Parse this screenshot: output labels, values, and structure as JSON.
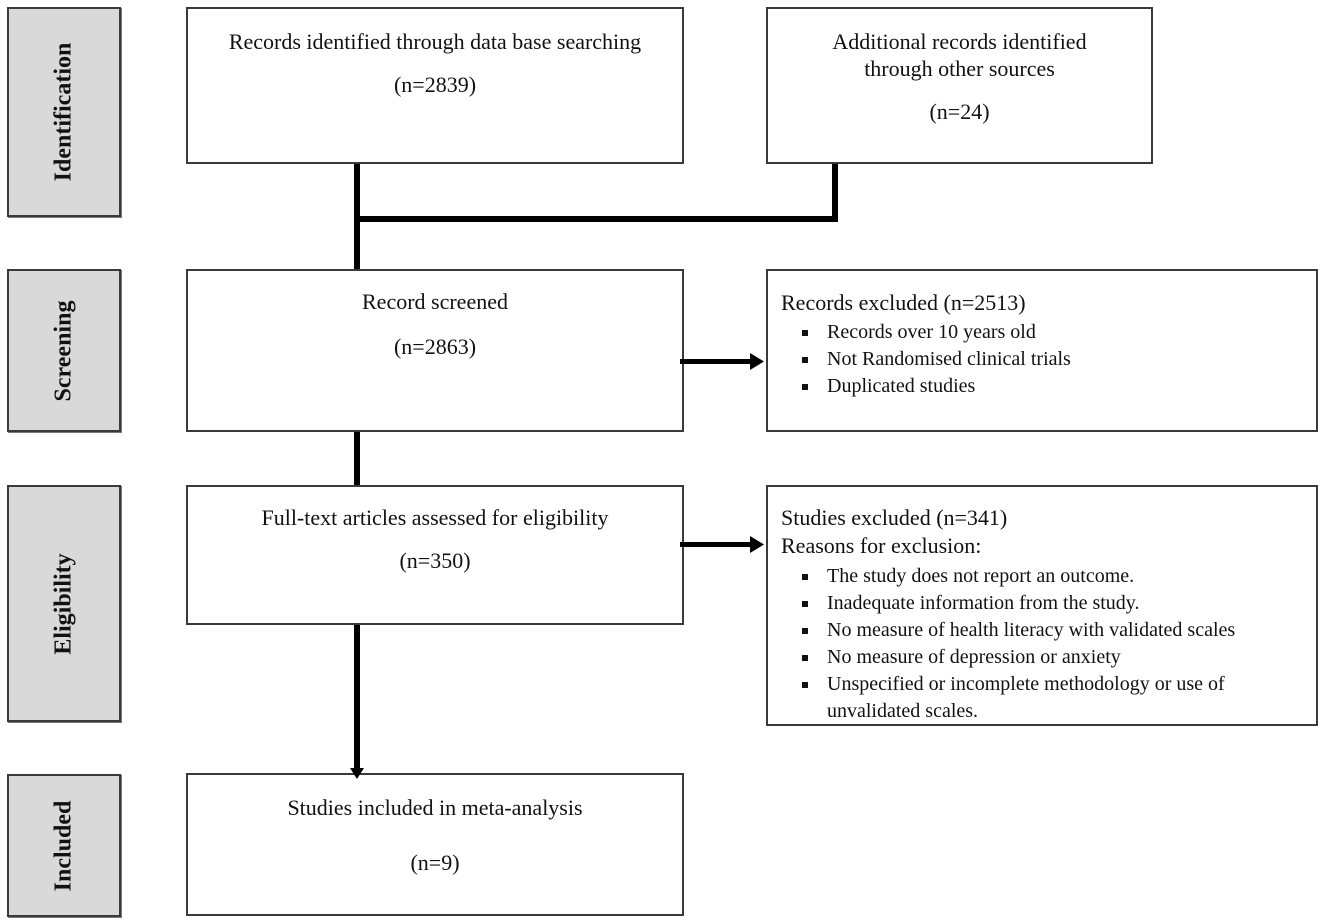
{
  "phases": {
    "identification": "Identification",
    "screening": "Screening",
    "eligibility": "Eligibility",
    "included": "Included"
  },
  "identification": {
    "database": {
      "text": "Records identified through data base searching",
      "count": "(n=2839)"
    },
    "other": {
      "text": "Additional records identified through other sources",
      "count": "(n=24)"
    }
  },
  "screening": {
    "screened": {
      "text": "Record screened",
      "count": "(n=2863)"
    },
    "excluded": {
      "title": "Records excluded (n=2513)",
      "items": [
        "Records over 10 years old",
        "Not Randomised clinical trials",
        "Duplicated studies"
      ]
    }
  },
  "eligibility": {
    "assessed": {
      "text": "Full-text articles assessed for eligibility",
      "count": "(n=350)"
    },
    "excluded": {
      "title": "Studies excluded (n=341)",
      "subtitle": "Reasons for exclusion:",
      "items": [
        "The study does not report an outcome.",
        "Inadequate information from the study.",
        "No measure of health literacy with validated scales",
        "No measure of depression or anxiety",
        "Unspecified or incomplete methodology or use of unvalidated scales."
      ]
    }
  },
  "included": {
    "text": "Studies included in meta-analysis",
    "count": "(n=9)"
  }
}
